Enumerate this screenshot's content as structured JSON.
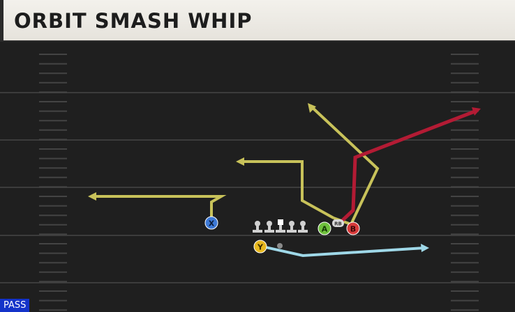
{
  "play": {
    "title": "ORBIT SMASH WHIP",
    "formation_tag": "PASS"
  },
  "players": [
    {
      "id": "X",
      "role": "receiver",
      "color": "#3d79d6",
      "button_icon": "x-button-icon"
    },
    {
      "id": "Y",
      "role": "receiver",
      "color": "#e7b81f",
      "button_icon": "y-button-icon"
    },
    {
      "id": "A",
      "role": "receiver",
      "color": "#6ec03c",
      "button_icon": "a-button-icon"
    },
    {
      "id": "B",
      "role": "receiver",
      "color": "#d83a3a",
      "button_icon": "b-button-icon"
    },
    {
      "id": "RB",
      "role": "running-back",
      "color": "#d9d9d9",
      "button_icon": "rb-marker-icon"
    }
  ],
  "routes": [
    {
      "player": "X",
      "type": "comeback-out",
      "color": "#c8c25a"
    },
    {
      "player": "A",
      "type": "dig-in",
      "color": "#c8c25a"
    },
    {
      "player": "A",
      "type": "post-corner",
      "color": "#c8c25a"
    },
    {
      "player": "B",
      "type": "deep-post",
      "color": "#b31b34"
    },
    {
      "player": "Y",
      "type": "flat-drag",
      "color": "#9fd8e8"
    }
  ],
  "colors": {
    "field": "#1f1f1f",
    "yard_line": "#3c3c3c",
    "hash": "#4a4a4a",
    "lineman": "#d0d0d0"
  }
}
